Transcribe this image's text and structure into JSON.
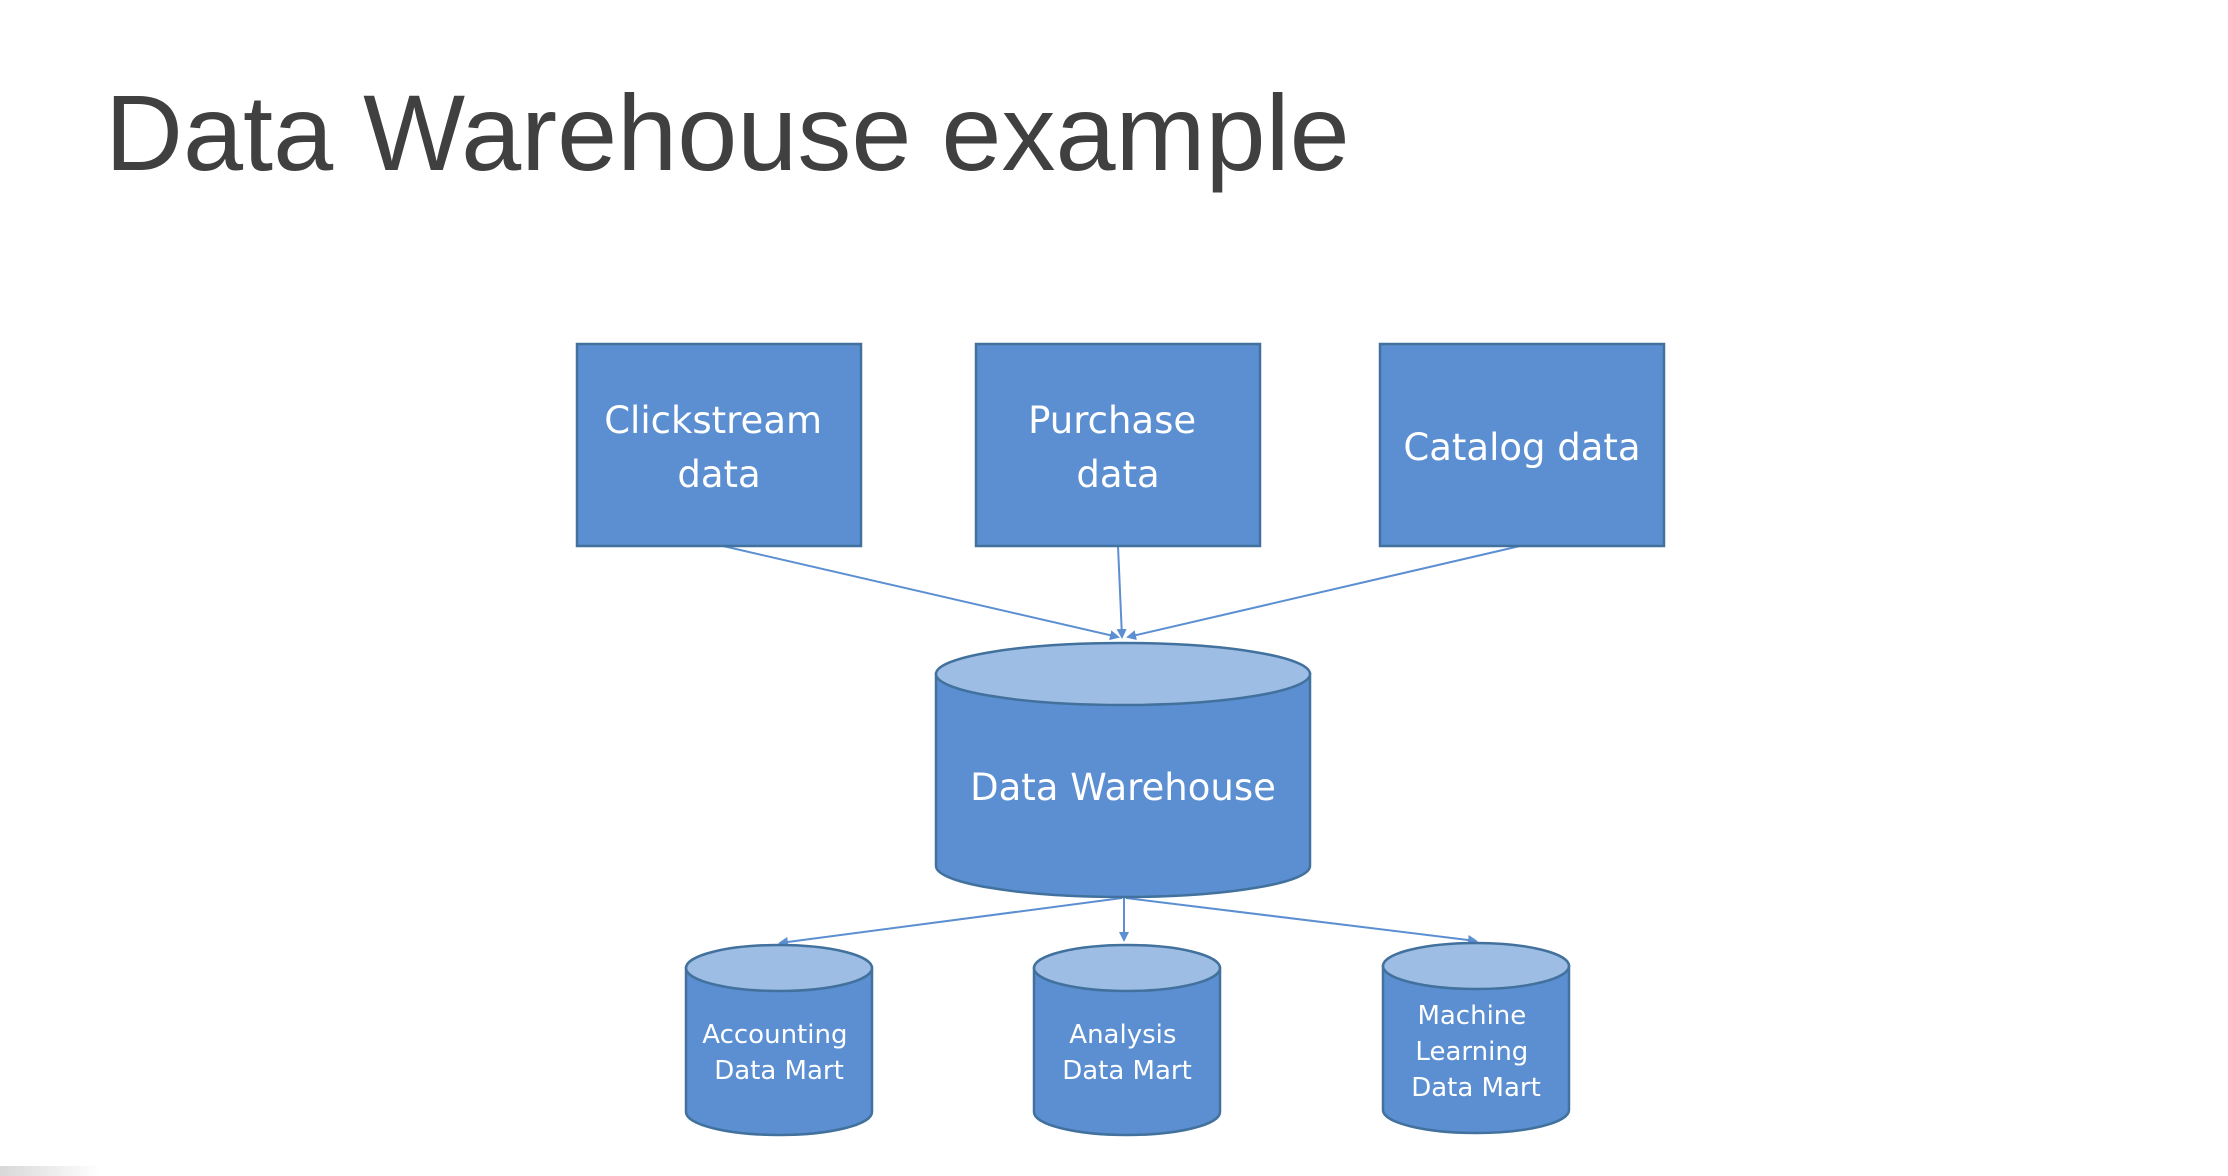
{
  "slide": {
    "title": "Data Warehouse example"
  },
  "sources": [
    {
      "line1": "Clickstream",
      "line2": "data"
    },
    {
      "line1": "Purchase",
      "line2": "data"
    },
    {
      "line1": "Catalog data"
    }
  ],
  "warehouse": {
    "label": "Data Warehouse"
  },
  "marts": [
    {
      "line1": "Accounting",
      "line2": "Data Mart"
    },
    {
      "line1": "Analysis",
      "line2": "Data Mart"
    },
    {
      "line1": "Machine",
      "line2": "Learning",
      "line3": "Data Mart"
    }
  ],
  "colors": {
    "shape_fill": "#5b8fd1",
    "cylinder_top": "#9dbde5",
    "outline": "#41719c",
    "title_text": "#404040"
  }
}
